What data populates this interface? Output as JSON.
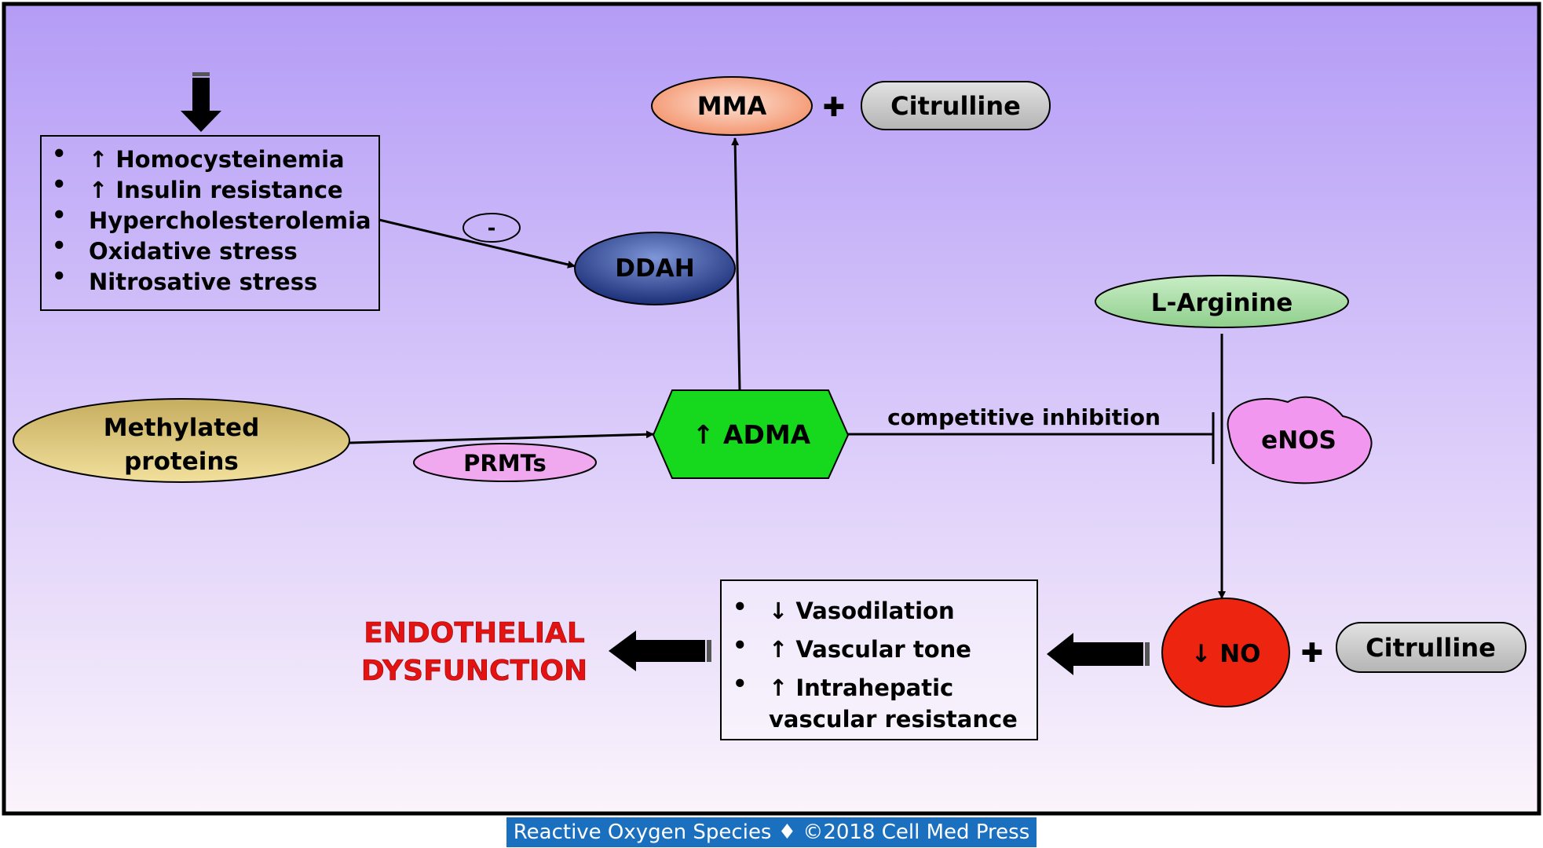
{
  "risk_factors": {
    "items": [
      "↑ Homocysteinemia",
      "↑ Insulin resistance",
      "Hypercholesterolemia",
      "Oxidative stress",
      "Nitrosative stress"
    ]
  },
  "nodes": {
    "mma": "MMA",
    "citrulline_top": "Citrulline",
    "inhibit_sign": "-",
    "ddah": "DDAH",
    "l_arginine": "L-Arginine",
    "methylated_line1": "Methylated",
    "methylated_line2": "proteins",
    "prmts": "PRMTs",
    "adma": "↑ ADMA",
    "enos": "eNOS",
    "no": "↓ NO",
    "citrulline_bottom": "Citrulline"
  },
  "edges": {
    "competitive_inhibition": "competitive inhibition"
  },
  "effects": {
    "items": [
      {
        "line1": "↓ Vasodilation",
        "line2": ""
      },
      {
        "line1": "↑ Vascular tone",
        "line2": ""
      },
      {
        "line1": "↑ Intrahepatic",
        "line2": "vascular resistance"
      }
    ]
  },
  "outcome": {
    "line1": "ENDOTHELIAL",
    "line2": "DYSFUNCTION"
  },
  "plus_sign": "✚",
  "footer": "Reactive Oxygen Species ♦ ©2018 Cell Med Press",
  "colors": {
    "background_top": "#b9a3f7",
    "background_bottom": "#fbf4fb",
    "mma": "#f8a37c",
    "citrulline": "#c7c7c7",
    "ddah": "#243f91",
    "l_arginine": "#a6dca5",
    "methylated": "#dcc47c",
    "prmts": "#f0a8ef",
    "adma": "#16d91e",
    "enos": "#f197f0",
    "no": "#ec2410",
    "outcome": "#e51212",
    "footer": "#1b6fbf"
  }
}
